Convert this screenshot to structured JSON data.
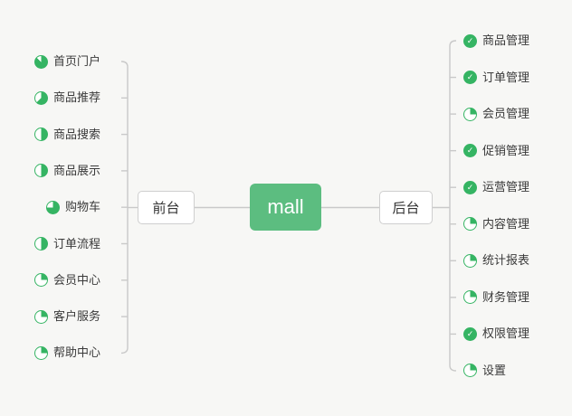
{
  "canvas": {
    "background": "#f7f7f5"
  },
  "colors": {
    "accent_green": "#5cbd80",
    "icon_green": "#35b463",
    "line_gray": "#c9c9c9",
    "node_border": "#cfcfcf",
    "text": "#3a3a3a"
  },
  "root": {
    "label": "mall"
  },
  "left_branch": {
    "label": "前台",
    "items": [
      {
        "label": "首页门户",
        "icon": "pie",
        "progress": 0.875
      },
      {
        "label": "商品推荐",
        "icon": "pie",
        "progress": 0.625
      },
      {
        "label": "商品搜索",
        "icon": "pie",
        "progress": 0.5
      },
      {
        "label": "商品展示",
        "icon": "pie",
        "progress": 0.5
      },
      {
        "label": "购物车",
        "icon": "pie",
        "progress": 0.75
      },
      {
        "label": "订单流程",
        "icon": "pie",
        "progress": 0.5
      },
      {
        "label": "会员中心",
        "icon": "pie",
        "progress": 0.25
      },
      {
        "label": "客户服务",
        "icon": "pie",
        "progress": 0.25
      },
      {
        "label": "帮助中心",
        "icon": "pie",
        "progress": 0.25
      }
    ]
  },
  "right_branch": {
    "label": "后台",
    "items": [
      {
        "label": "商品管理",
        "icon": "check"
      },
      {
        "label": "订单管理",
        "icon": "check"
      },
      {
        "label": "会员管理",
        "icon": "pie",
        "progress": 0.25
      },
      {
        "label": "促销管理",
        "icon": "check"
      },
      {
        "label": "运营管理",
        "icon": "check"
      },
      {
        "label": "内容管理",
        "icon": "pie",
        "progress": 0.25
      },
      {
        "label": "统计报表",
        "icon": "pie",
        "progress": 0.25
      },
      {
        "label": "财务管理",
        "icon": "pie",
        "progress": 0.25
      },
      {
        "label": "权限管理",
        "icon": "check"
      },
      {
        "label": "设置",
        "icon": "pie",
        "progress": 0.25
      }
    ]
  }
}
